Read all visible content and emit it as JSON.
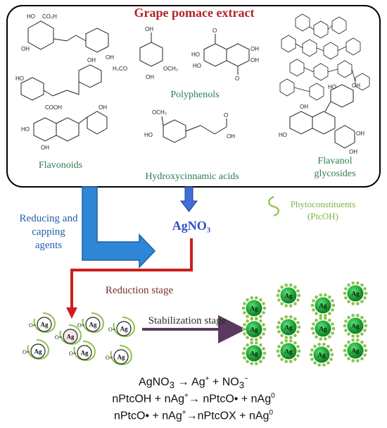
{
  "box": {
    "title": "Grape pomace extract",
    "groups": {
      "polyphenols": "Polyphenols",
      "flavonoids": "Flavonoids",
      "hydroxycinnamic": "Hydroxycinnamic acids",
      "flavanol_glycosides_line1": "Flavanol",
      "flavanol_glycosides_line2": "glycosides"
    },
    "chem_labels": {
      "h3co": "H₃CO",
      "och3": "OCH₃",
      "oh": "OH",
      "ho": "HO",
      "co2h": "CO₂H",
      "o": "O",
      "och3_short": "OCH₃",
      "cooh": "COOH"
    }
  },
  "legend": {
    "line1": "Phytoconstituents",
    "line2": "(PtcOH)"
  },
  "left_label": {
    "line1": "Reducing and",
    "line2": "capping",
    "line3": "agents"
  },
  "agno3": "AgNO₃",
  "reduction_stage": "Reduction stage",
  "stabilization_stage": "Stabilization stage",
  "particles": {
    "ag": "Ag",
    "o": "O"
  },
  "equations": {
    "eq1_a": "AgNO",
    "eq1_b": "3",
    "eq1_c": " → Ag",
    "eq1_d": "+",
    "eq1_e": " + NO",
    "eq1_f": "3",
    "eq1_g": "−",
    "eq2_a": "nPtcOH + nAg",
    "eq2_b": "+",
    "eq2_c": "→ nPtcO• + nAg",
    "eq2_d": "0",
    "eq3_a": "nPtcO• + nAg",
    "eq3_b": "+",
    "eq3_c": "→nPtcOX + nAg",
    "eq3_d": "0"
  },
  "colors": {
    "title_red": "#b3232a",
    "group_green": "#2e7d4f",
    "blue_arrow": "#2f86d6",
    "blue_arrow_dark": "#1f5fa8",
    "agno3_blue": "#2b4fc7",
    "reduction_red": "#cc1f1f",
    "reduction_brown": "#7a3030",
    "stab_purple": "#5a3a5e",
    "particle_green": "#1fa83a",
    "ring_green": "#8bc34a"
  }
}
